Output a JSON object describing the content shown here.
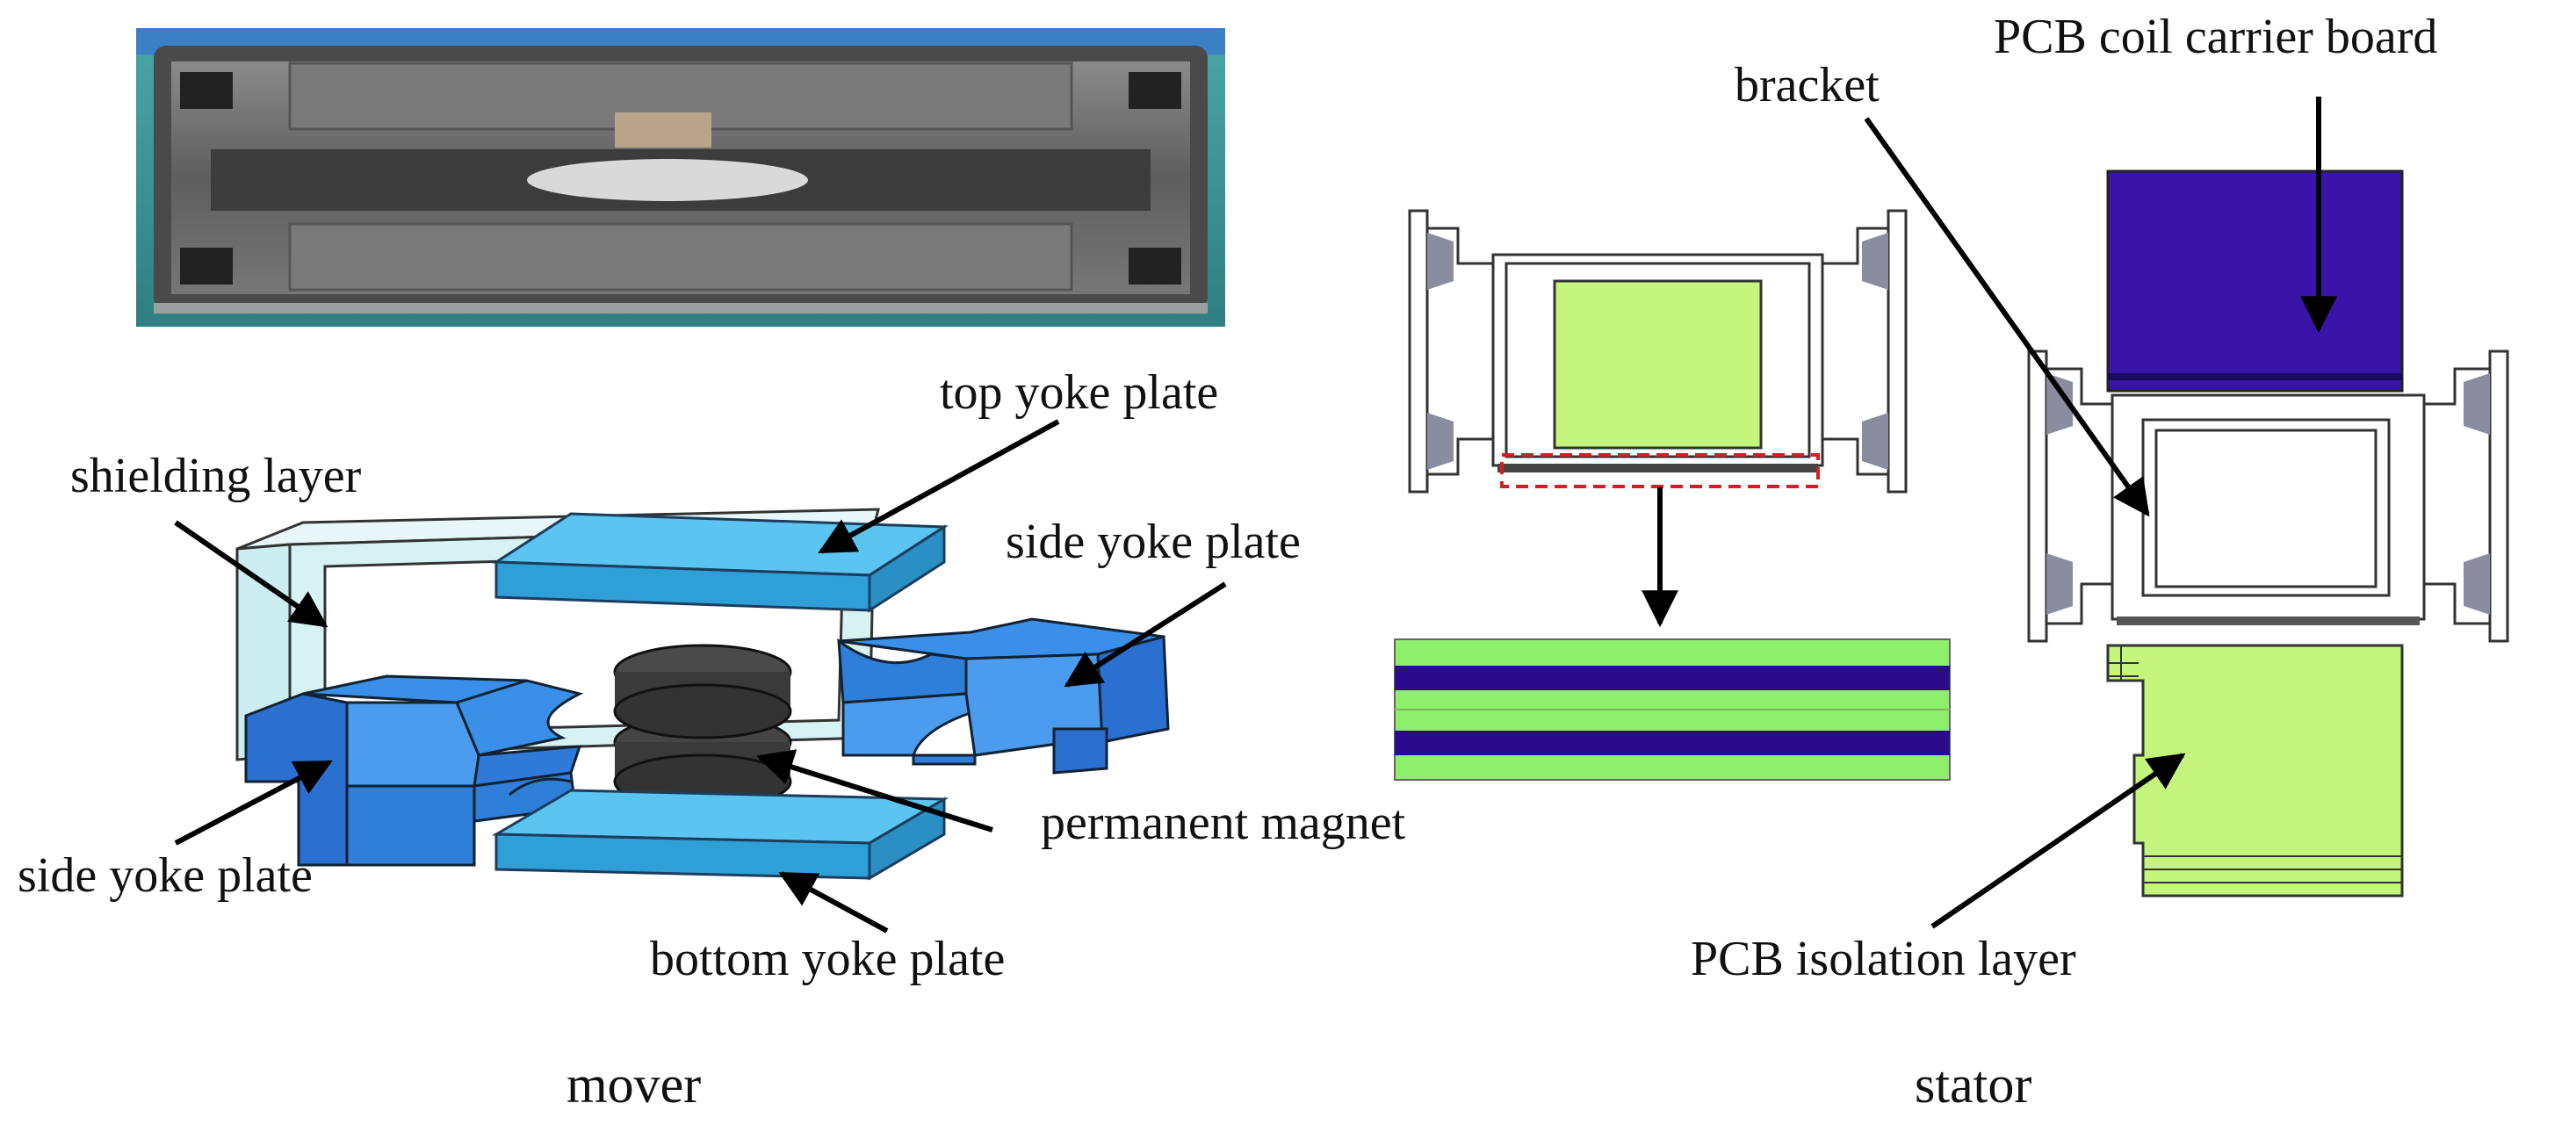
{
  "labels": {
    "top_yoke_plate": "top yoke plate",
    "shielding_layer": "shielding layer",
    "side_yoke_plate_right": "side yoke plate",
    "side_yoke_plate_left": "side yoke plate",
    "permanent_magnet": "permanent magnet",
    "bottom_yoke_plate": "bottom yoke plate",
    "bracket": "bracket",
    "pcb_coil_carrier_board": "PCB coil carrier board",
    "pcb_isolation_layer": "PCB isolation layer"
  },
  "captions": {
    "mover": "mover",
    "stator": "stator"
  },
  "colors": {
    "yoke_light_blue": "#4fb8ea",
    "yoke_blue": "#2f86e6",
    "shield_cyan": "#cdeef0",
    "magnet_gray": "#3a3a3a",
    "pcb_green": "#c4f57c",
    "pcb_purple": "#3a14a8",
    "stripe_green": "#8ef06a",
    "stripe_purple": "#2a0c8a",
    "dashed_red": "#d22020",
    "bracket_gray": "#8a8ca0"
  }
}
